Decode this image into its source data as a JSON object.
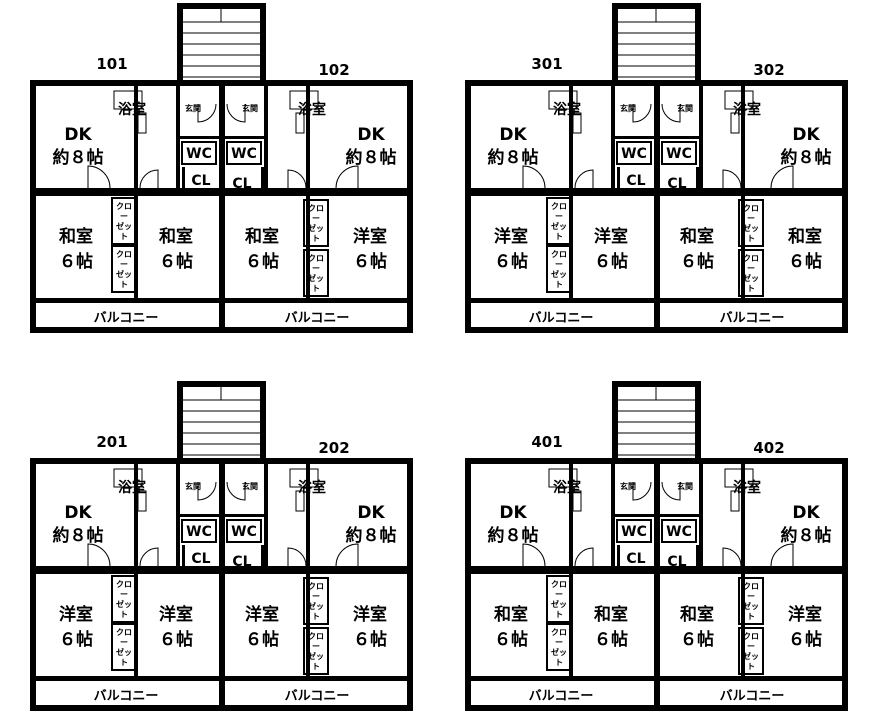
{
  "labels": {
    "dk": "DK",
    "dk_size": "約８帖",
    "bath": "浴室",
    "entrance": "玄関",
    "wc": "WC",
    "cl": "CL",
    "closet": [
      "クロ",
      "ー",
      "ゼッ",
      "ト"
    ],
    "six_tatami": "６帖",
    "balcony": "バルコニー",
    "washitsu": "和室",
    "youshitsu": "洋室"
  },
  "floors": [
    {
      "units": [
        "101",
        "102"
      ],
      "rooms": [
        "和室",
        "和室",
        "和室",
        "洋室"
      ]
    },
    {
      "units": [
        "301",
        "302"
      ],
      "rooms": [
        "洋室",
        "洋室",
        "和室",
        "和室"
      ]
    },
    {
      "units": [
        "201",
        "202"
      ],
      "rooms": [
        "洋室",
        "洋室",
        "洋室",
        "洋室"
      ]
    },
    {
      "units": [
        "401",
        "402"
      ],
      "rooms": [
        "和室",
        "和室",
        "和室",
        "洋室"
      ]
    }
  ]
}
